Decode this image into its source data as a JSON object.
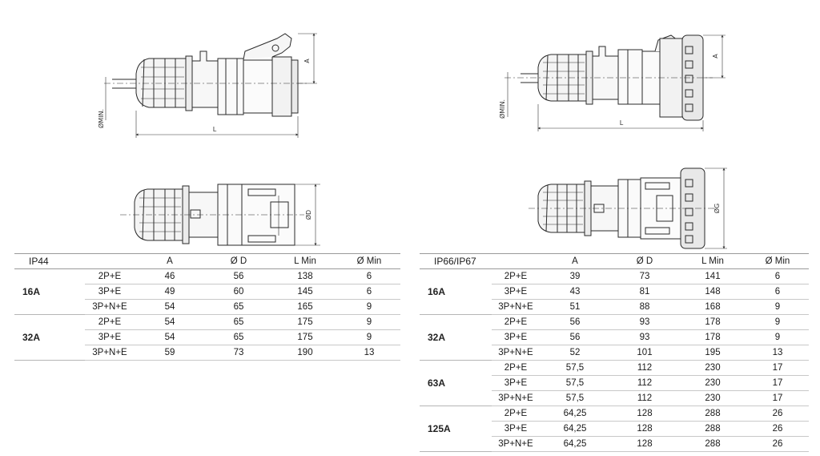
{
  "drawings": {
    "dim_A": "A",
    "dim_L": "L",
    "dim_min": "ØMIN.",
    "dim_D": "ØD",
    "dim_G": "ØG"
  },
  "ip44": {
    "headers": [
      "IP44",
      "",
      "A",
      "Ø D",
      "L Min",
      "Ø Min"
    ],
    "groups": [
      {
        "label": "16A",
        "rows": [
          [
            "2P+E",
            "46",
            "56",
            "138",
            "6"
          ],
          [
            "3P+E",
            "49",
            "60",
            "145",
            "6"
          ],
          [
            "3P+N+E",
            "54",
            "65",
            "165",
            "9"
          ]
        ]
      },
      {
        "label": "32A",
        "rows": [
          [
            "2P+E",
            "54",
            "65",
            "175",
            "9"
          ],
          [
            "3P+E",
            "54",
            "65",
            "175",
            "9"
          ],
          [
            "3P+N+E",
            "59",
            "73",
            "190",
            "13"
          ]
        ]
      }
    ]
  },
  "ip66": {
    "headers": [
      "IP66/IP67",
      "",
      "A",
      "Ø D",
      "L Min",
      "Ø Min"
    ],
    "groups": [
      {
        "label": "16A",
        "rows": [
          [
            "2P+E",
            "39",
            "73",
            "141",
            "6"
          ],
          [
            "3P+E",
            "43",
            "81",
            "148",
            "6"
          ],
          [
            "3P+N+E",
            "51",
            "88",
            "168",
            "9"
          ]
        ]
      },
      {
        "label": "32A",
        "rows": [
          [
            "2P+E",
            "56",
            "93",
            "178",
            "9"
          ],
          [
            "3P+E",
            "56",
            "93",
            "178",
            "9"
          ],
          [
            "3P+N+E",
            "52",
            "101",
            "195",
            "13"
          ]
        ]
      },
      {
        "label": "63A",
        "rows": [
          [
            "2P+E",
            "57,5",
            "112",
            "230",
            "17"
          ],
          [
            "3P+E",
            "57,5",
            "112",
            "230",
            "17"
          ],
          [
            "3P+N+E",
            "57,5",
            "112",
            "230",
            "17"
          ]
        ]
      },
      {
        "label": "125A",
        "rows": [
          [
            "2P+E",
            "64,25",
            "128",
            "288",
            "26"
          ],
          [
            "3P+E",
            "64,25",
            "128",
            "288",
            "26"
          ],
          [
            "3P+N+E",
            "64,25",
            "128",
            "288",
            "26"
          ]
        ]
      }
    ]
  }
}
